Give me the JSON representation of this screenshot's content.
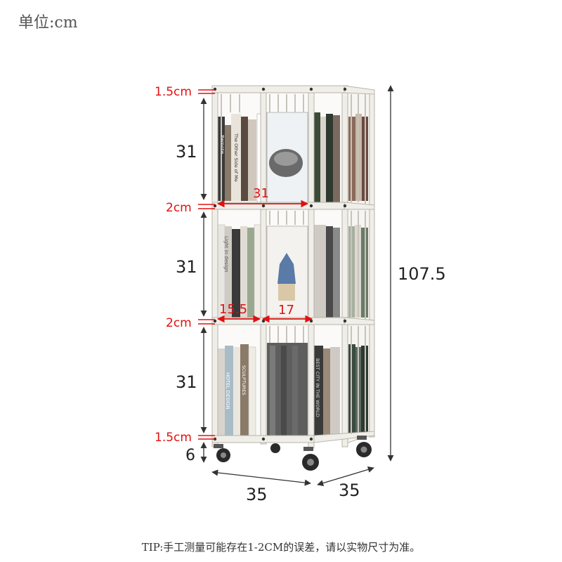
{
  "unit_label": "单位:cm",
  "tip": "TIP:手工测量可能存在1-2CM的误差，请以实物尺寸为准。",
  "dimensions": {
    "top_cap": "1.5cm",
    "shelf_height_1": "31",
    "shelf_height_2": "31",
    "shelf_height_3": "31",
    "divider_1": "2cm",
    "divider_2": "2cm",
    "bottom_cap": "1.5cm",
    "wheel_height": "6",
    "total_height": "107.5",
    "width_front": "35",
    "width_side": "35",
    "inner_width": "31",
    "compartment_left": "15.5",
    "compartment_right": "17"
  },
  "book_titles": {
    "remote": "Remote",
    "other_side": "The Other Side of Me",
    "light": "Light in design",
    "hotel": "HOTEL DESIGN",
    "sculptures": "SCULPTURES",
    "best": "BEST CITY IN THE WORLD"
  },
  "colors": {
    "accent": "#e01010",
    "frame": "#f0eee8",
    "frame_edge": "#b8b4aa"
  }
}
